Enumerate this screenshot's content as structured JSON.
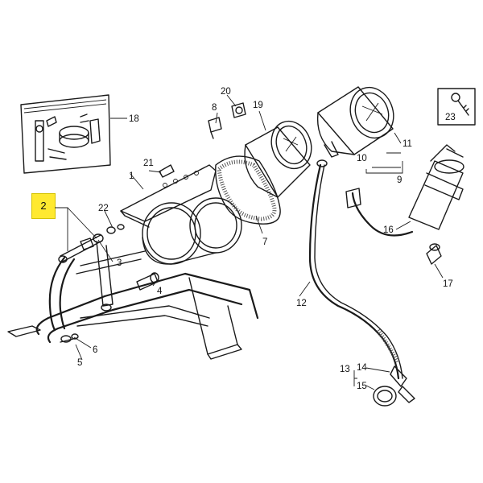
{
  "diagram": {
    "highlight": {
      "label": "2",
      "color": "#ffe930"
    },
    "callouts": {
      "c1": "1",
      "c2": "2",
      "c3": "3",
      "c4": "4",
      "c5": "5",
      "c6": "6",
      "c7": "7",
      "c8": "8",
      "c9": "9",
      "c10": "10",
      "c11": "11",
      "c12": "12",
      "c13": "13",
      "c14": "14",
      "c15": "15",
      "c16": "16",
      "c17": "17",
      "c18": "18",
      "c19": "19",
      "c20": "20",
      "c21": "21",
      "c22": "22",
      "c23": "23"
    }
  }
}
